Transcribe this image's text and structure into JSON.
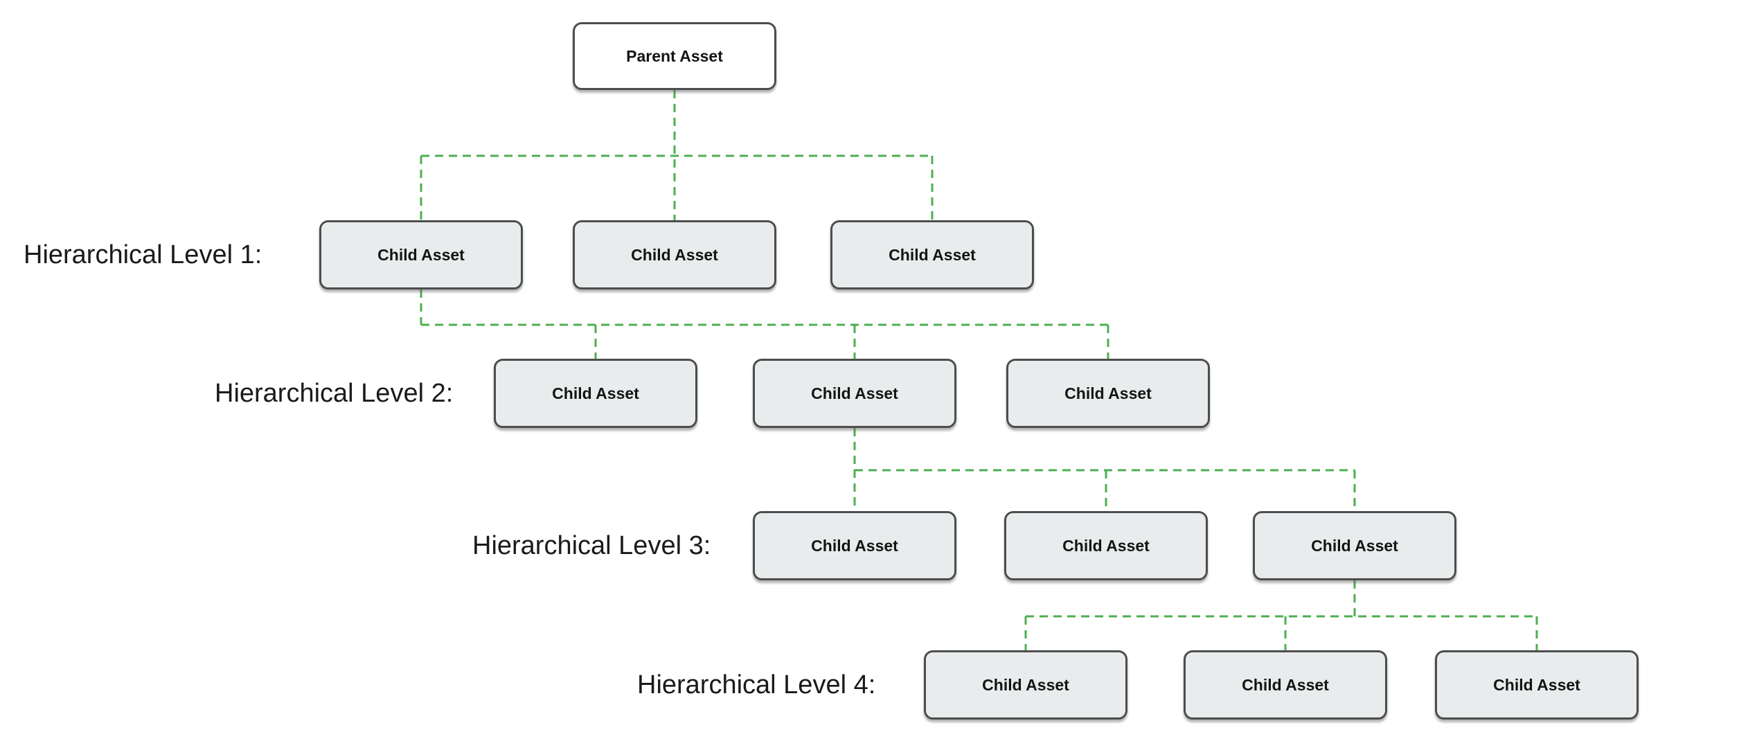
{
  "diagram": {
    "parent_label": "Parent Asset",
    "levels": [
      {
        "label": "Hierarchical Level 1:",
        "children": [
          "Child Asset",
          "Child Asset",
          "Child Asset"
        ]
      },
      {
        "label": "Hierarchical Level 2:",
        "children": [
          "Child Asset",
          "Child Asset",
          "Child Asset"
        ]
      },
      {
        "label": "Hierarchical Level 3:",
        "children": [
          "Child Asset",
          "Child Asset",
          "Child Asset"
        ]
      },
      {
        "label": "Hierarchical Level 4:",
        "children": [
          "Child Asset",
          "Child Asset",
          "Child Asset"
        ]
      }
    ],
    "colors": {
      "connector": "#4caf50",
      "node_border": "#4d4d4d",
      "child_fill": "#e9eced",
      "parent_fill": "#ffffff",
      "text": "#141414",
      "background": "#ffffff"
    }
  }
}
